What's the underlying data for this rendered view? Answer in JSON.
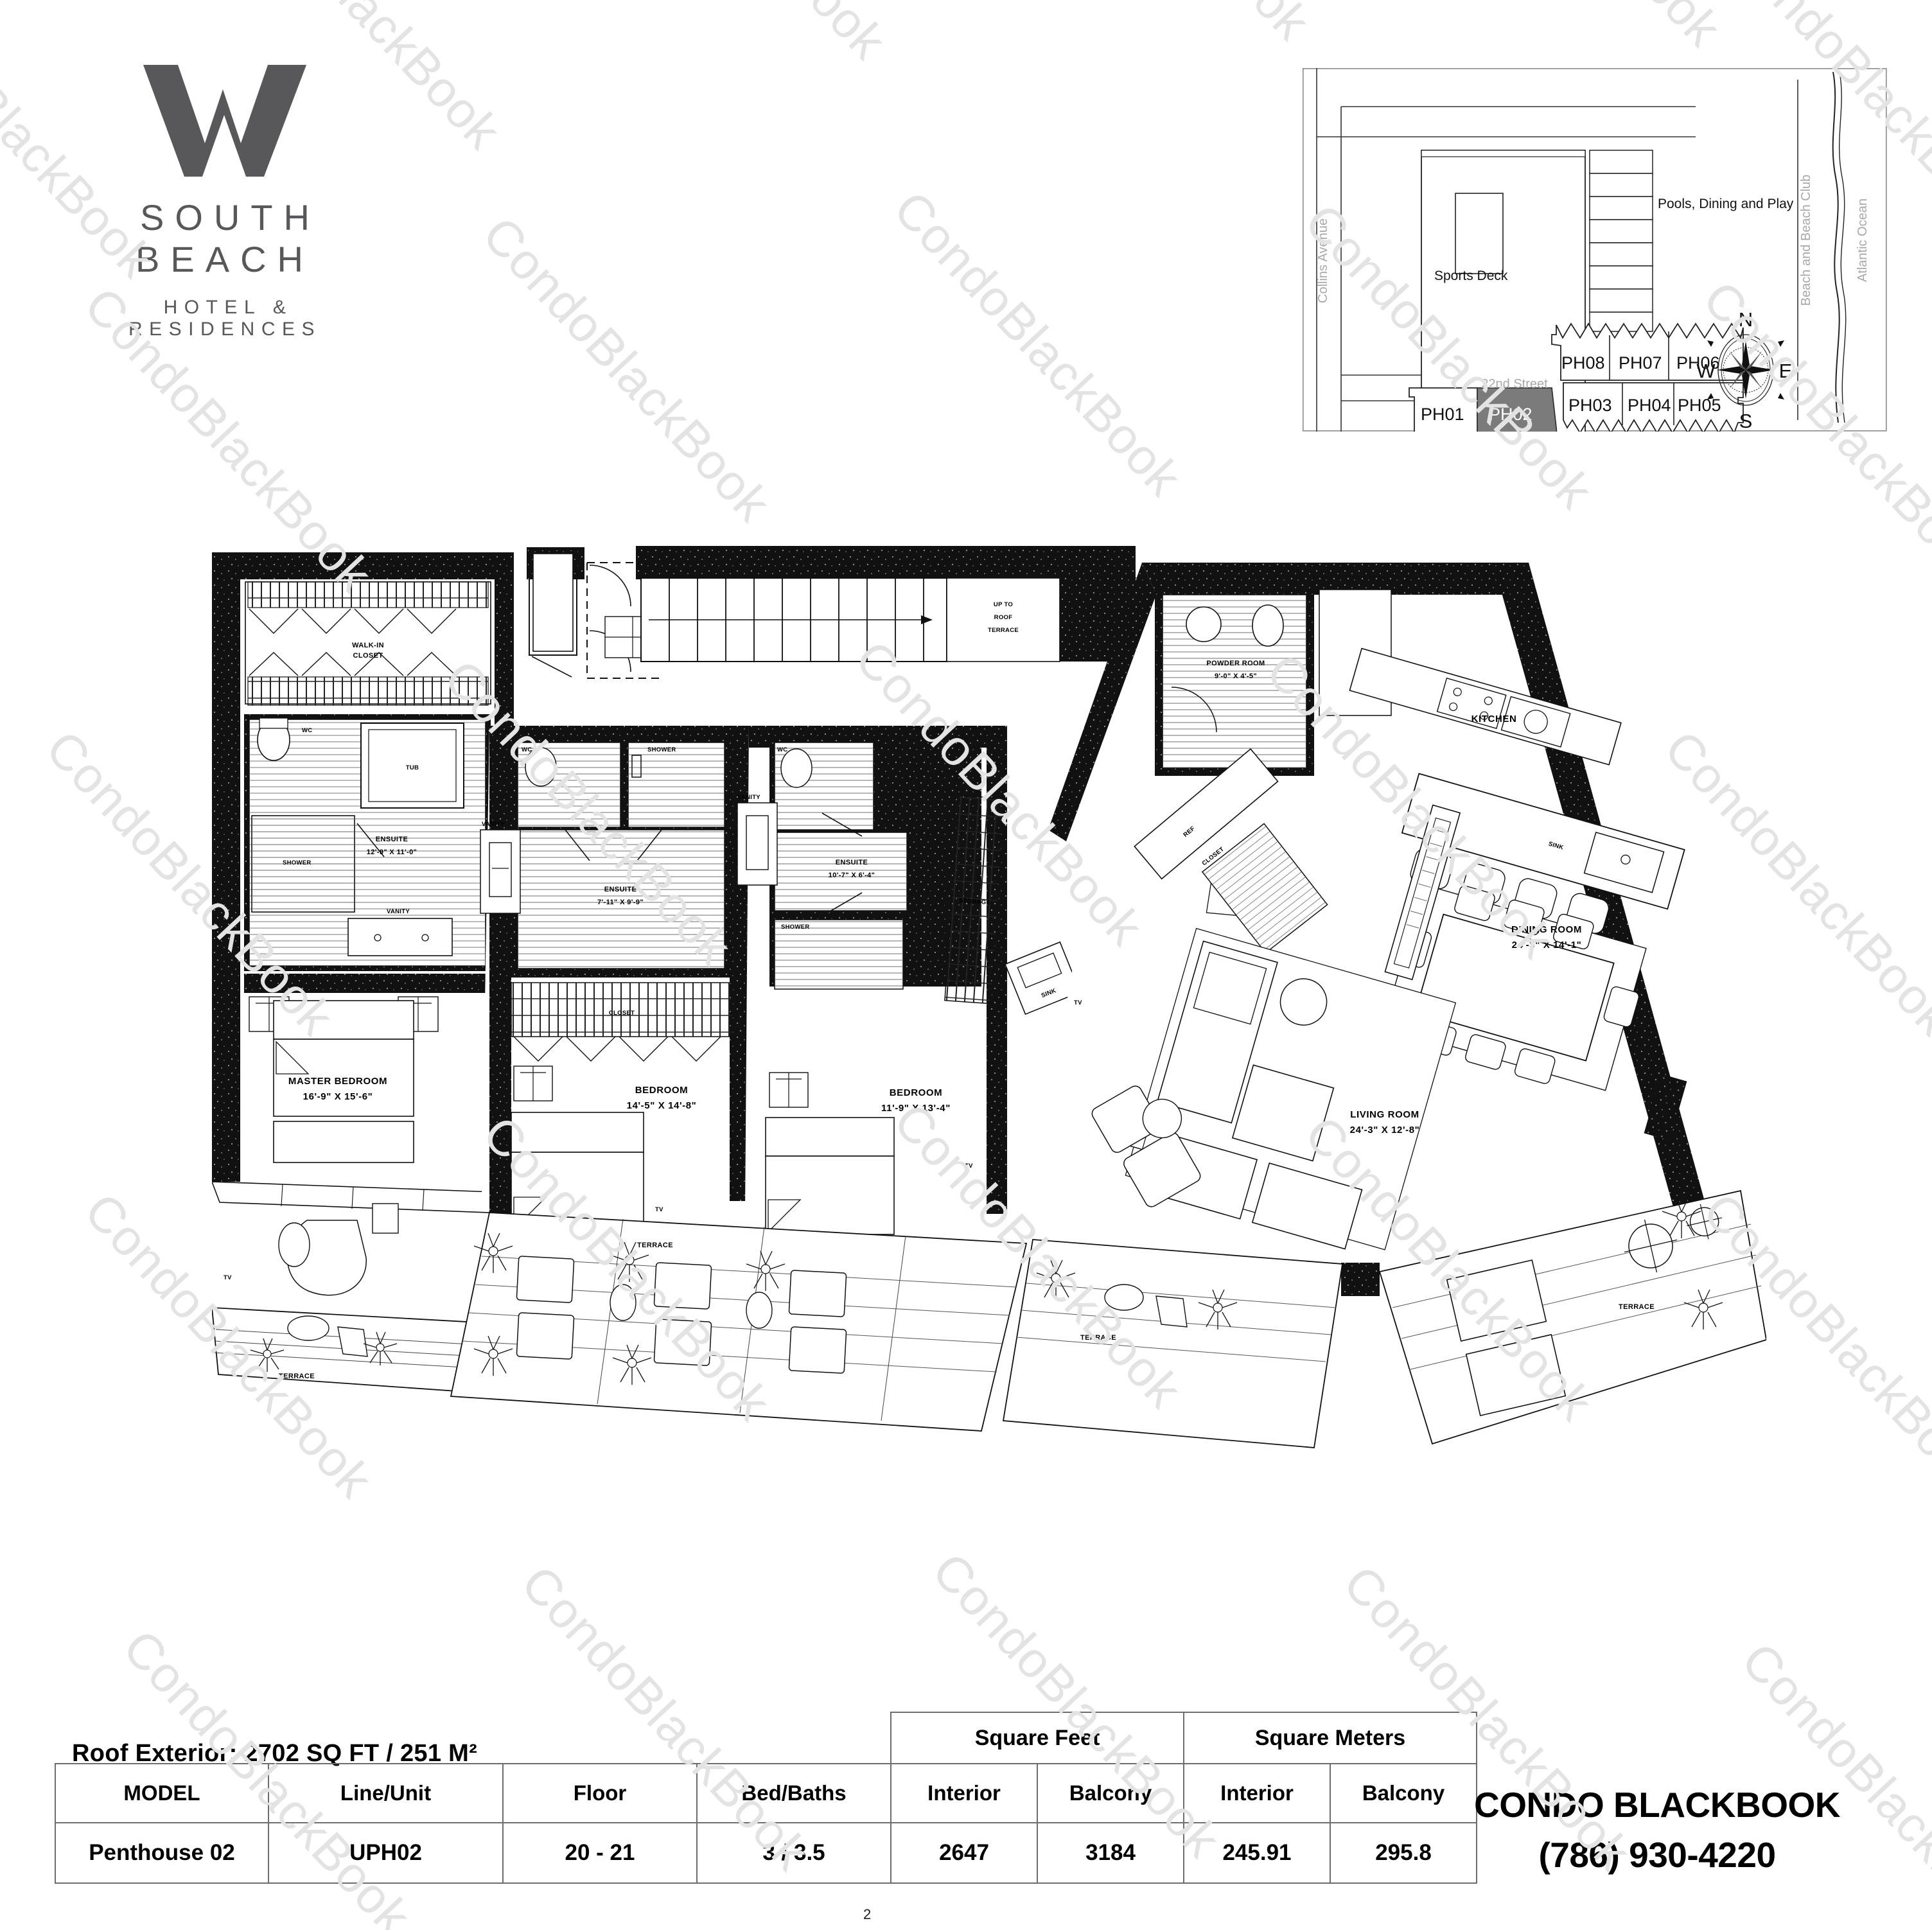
{
  "branding": {
    "logo_mark": "W",
    "name_line1": "SOUTH BEACH",
    "name_line2": "HOTEL & RESIDENCES",
    "watermark_text": "CondoBlackBook",
    "watermark_color": "#e3e3e3",
    "logo_color": "#58585a"
  },
  "keyplan": {
    "streets": {
      "left": "Collins Avenue",
      "bottom": "22nd Street",
      "right_inner": "Beach and Beach Club",
      "right_outer": "Atlantic Ocean"
    },
    "amenities": [
      {
        "label": "Sports Deck"
      },
      {
        "label": "Pools, Dining and Play"
      }
    ],
    "units_top": [
      "PH08",
      "PH07",
      "PH06"
    ],
    "units_bottom": [
      "PH03",
      "PH04",
      "PH05"
    ],
    "units_left": [
      "PH01",
      "PH02"
    ],
    "highlighted_unit": "PH02",
    "highlight_color": "#7b7b7b",
    "compass": {
      "n": "N",
      "e": "E",
      "s": "S",
      "w": "W"
    }
  },
  "floorplan": {
    "rooms": [
      {
        "name": "WALK-IN",
        "name2": "CLOSET",
        "dims": ""
      },
      {
        "name": "ENSUITE",
        "dims": "12'-9\" X 11'-0\""
      },
      {
        "name": "MASTER BEDROOM",
        "dims": "16'-9\" X 15'-6\""
      },
      {
        "name": "BEDROOM",
        "dims": "14'-5\" X 14'-8\""
      },
      {
        "name": "ENSUITE",
        "dims": "7'-11\" X 9'-9\""
      },
      {
        "name": "BEDROOM",
        "dims": "11'-9\" X 13'-4\""
      },
      {
        "name": "ENSUITE",
        "dims": "10'-7\" X 6'-4\""
      },
      {
        "name": "POWDER ROOM",
        "dims": "9'-0\" X 4'-5\""
      },
      {
        "name": "KITCHEN",
        "dims": ""
      },
      {
        "name": "DINING ROOM",
        "dims": "24'-3\" X 14'-1\""
      },
      {
        "name": "LIVING ROOM",
        "dims": "24'-3\" X 12'-8\""
      }
    ],
    "fixtures": {
      "tub": "TUB",
      "wc": "WC",
      "shower": "SHOWER",
      "vanity": "VANITY",
      "closet": "CLOSET",
      "sink": "SINK",
      "ref": "REF",
      "tv": "TV"
    },
    "stair_note_l1": "UP TO",
    "stair_note_l2": "ROOF",
    "stair_note_l3": "TERRACE",
    "terrace": "TERRACE"
  },
  "specs": {
    "roof_exterior": "Roof Exterior: 2702 SQ FT / 251 M²",
    "group_headers": {
      "sqft": "Square Feet",
      "sqm": "Square Meters"
    },
    "columns": [
      "MODEL",
      "Line/Unit",
      "Floor",
      "Bed/Baths",
      "Interior",
      "Balcony",
      "Interior",
      "Balcony"
    ],
    "row": {
      "model": "Penthouse 02",
      "line_unit": "UPH02",
      "floor": "20 - 21",
      "bed_baths": "3 / 3.5",
      "sqft_interior": "2647",
      "sqft_balcony": "3184",
      "sqm_interior": "245.91",
      "sqm_balcony": "295.8"
    }
  },
  "contact": {
    "company": "CONDO BLACKBOOK",
    "phone": "(786) 930-4220"
  },
  "page_number": "2"
}
